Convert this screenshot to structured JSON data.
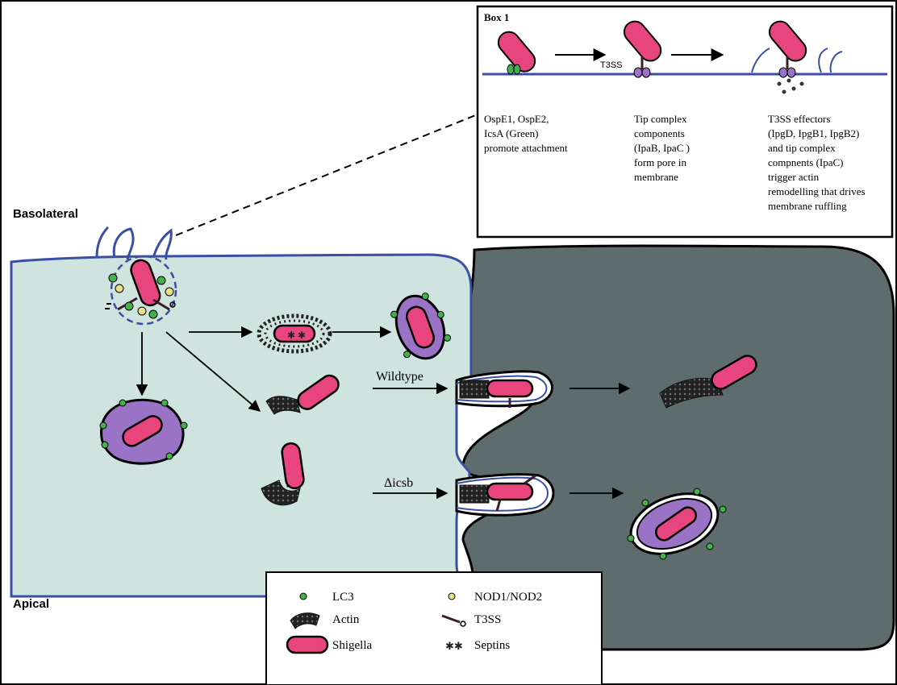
{
  "labels": {
    "basolateral": "Basolateral",
    "apical": "Apical",
    "wildtype": "Wildtype",
    "delta_icsb": "Δicsb"
  },
  "box1": {
    "title": "Box 1",
    "t3ss_label": "T3SS",
    "step1": [
      "OspE1, OspE2,",
      "IcsA (Green)",
      "promote attachment"
    ],
    "step2": [
      "Tip complex",
      "components",
      "(IpaB, IpaC )",
      "form pore in",
      "membrane"
    ],
    "step3": [
      "T3SS effectors",
      "(IpgD, IpgB1, IpgB2)",
      "and tip complex",
      "compnents (IpaC)",
      "trigger actin",
      "remodelling that drives",
      "membrane ruffling"
    ]
  },
  "legend": {
    "lc3": "LC3",
    "nod": "NOD1/NOD2",
    "actin": "Actin",
    "t3ss": "T3SS",
    "shigella": "Shigella",
    "septins": "Septins"
  },
  "colors": {
    "host_cell": "#cfe3df",
    "neighbor_cell": "#5f6c6d",
    "membrane": "#3a4fa3",
    "shigella": "#e8457f",
    "vacuole": "#9b73c6",
    "lc3": "#44b24a",
    "nod": "#e8e28a",
    "actin": "#2b2b2b"
  }
}
